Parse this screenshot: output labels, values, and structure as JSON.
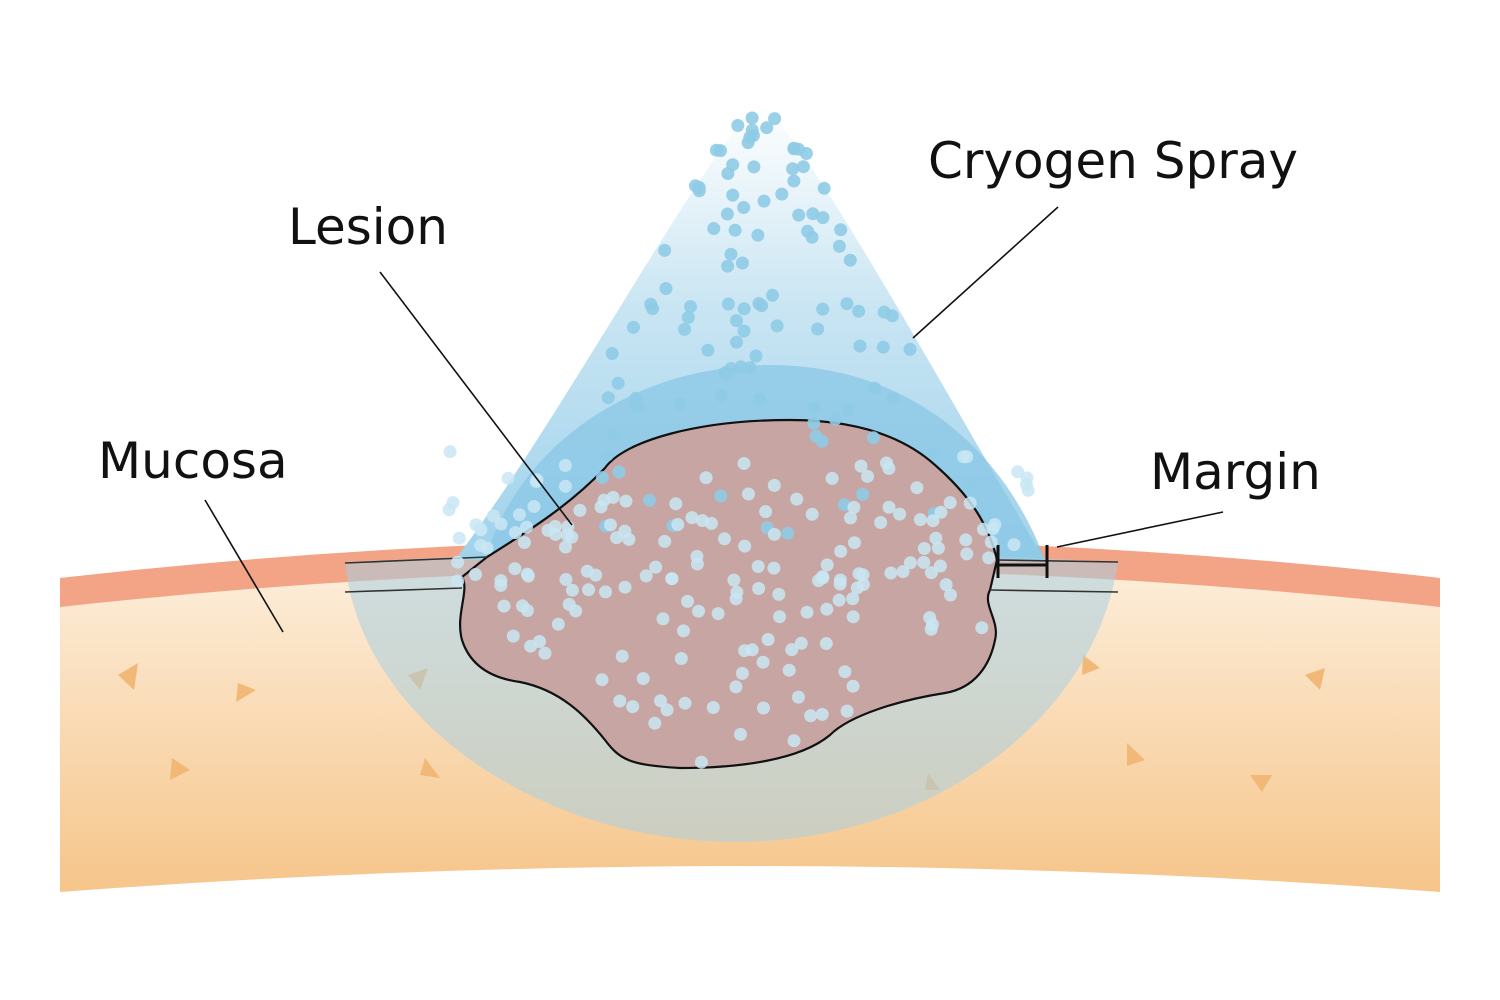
{
  "labels": {
    "cryogen_spray": "Cryogen Spray",
    "lesion": "Lesion",
    "mucosa": "Mucosa",
    "margin": "Margin"
  },
  "colors": {
    "mucosa_surface": "#f3a386",
    "tissue_top": "#fdf0de",
    "tissue_bottom": "#f6c68c",
    "spray_light": "#cfe8f4",
    "spray_dark": "#7fc3e6",
    "lesion": "#c9a6a3",
    "droplet": "#8fcbe6",
    "tissue_marker": "#f2b877"
  }
}
